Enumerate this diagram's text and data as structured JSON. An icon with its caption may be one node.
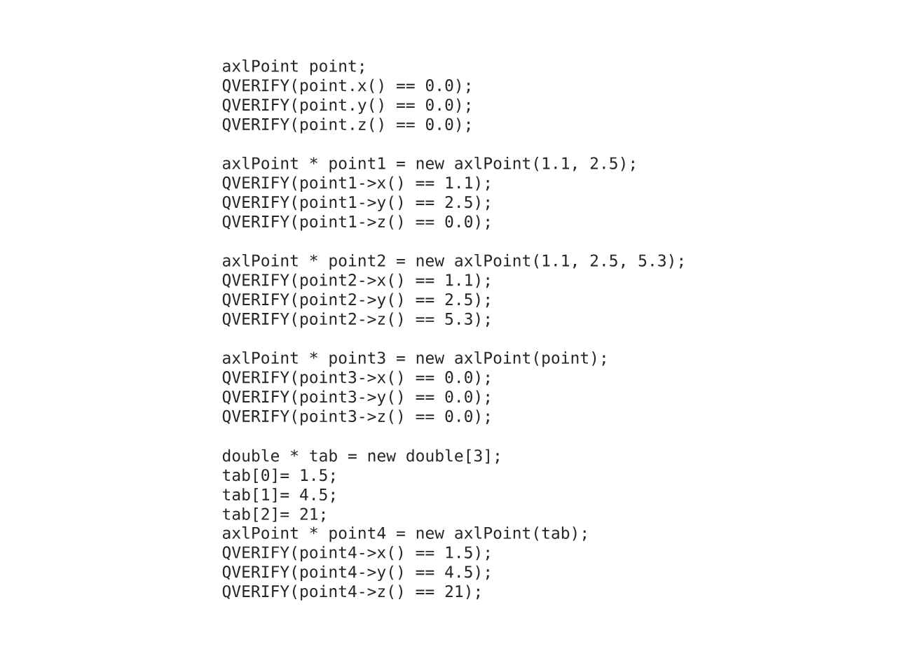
{
  "diagram": {
    "labels": [
      "axlPoint point;",
      "QVERIFY(point.x() == 0.0);",
      "QVERIFY(point.y() == 0.0);",
      "QVERIFY(point.z() == 0.0);",
      "axlPoint * point1 = new axlPoint(1.1, 2.5);",
      "QVERIFY(point1->x() == 1.1);",
      "QVERIFY(point1->y() == 2.5);",
      "QVERIFY(point1->z() == 0.0);",
      "axlPoint * point2 = new axlPoint(1.1, 2.5, 5.3);",
      "QVERIFY(point2->x() == 1.1);",
      "QVERIFY(point2->y() == 2.5);",
      "QVERIFY(point2->z() == 5.3);",
      "axlPoint * point3 = new axlPoint(point);",
      "QVERIFY(point3->x() == 0.0);",
      "QVERIFY(point3->y() == 0.0);",
      "QVERIFY(point3->z() == 0.0);",
      "double * tab = new double[3];",
      "tab[0]= 1.5;",
      "tab[1]= 4.5;",
      "tab[2]= 21;",
      "axlPoint * point4 = new axlPoint(tab);",
      "QVERIFY(point4->x() == 1.5);",
      "QVERIFY(point4->y() == 4.5);",
      "QVERIFY(point4->z() == 21);"
    ]
  }
}
